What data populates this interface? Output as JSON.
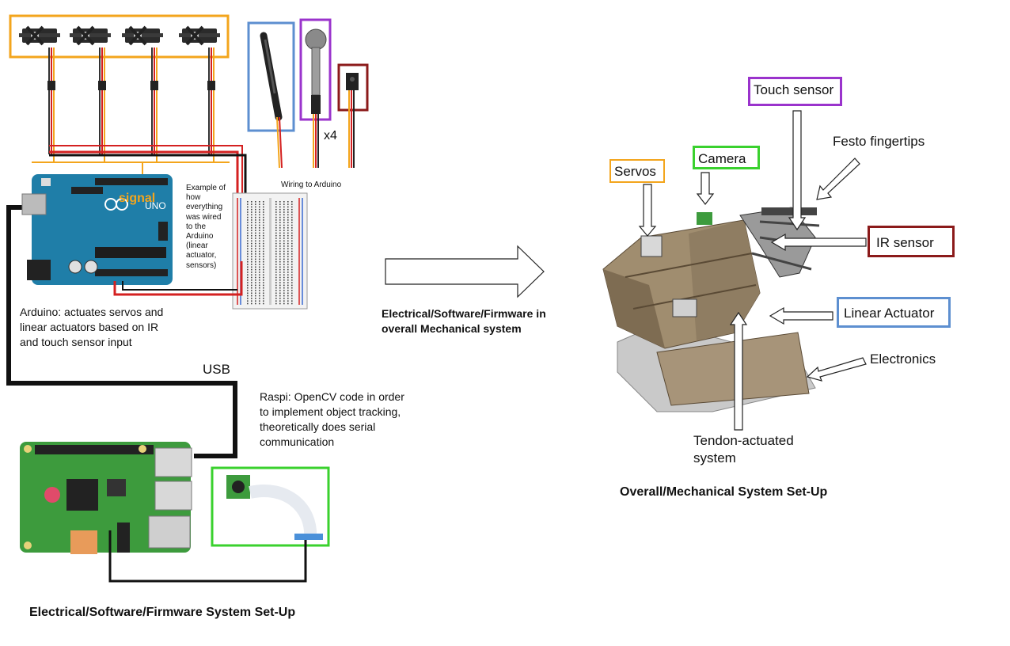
{
  "left": {
    "wiring_label": "Wiring to Arduino",
    "x4_label": "x4",
    "signal_label": "signal",
    "arduino_uno_text": "UNO",
    "example_note": [
      "Example of",
      "how",
      "everything",
      "was wired",
      "to the",
      "Arduino",
      "(linear",
      "actuator,",
      "sensors)"
    ],
    "arduino_caption": [
      "Arduino: actuates servos and",
      "linear actuators based on IR",
      "and touch sensor input"
    ],
    "usb_label": "USB",
    "raspi_caption": [
      "Raspi: OpenCV code in order",
      "to implement object tracking,",
      "theoretically does serial",
      "communication"
    ],
    "section_title": "Electrical/Software/Firmware System Set-Up"
  },
  "middle": {
    "arrow_caption": [
      "Electrical/Software/Firmware in",
      "overall Mechanical system"
    ]
  },
  "right": {
    "labels": {
      "touch_sensor": "Touch sensor",
      "festo": "Festo fingertips",
      "servos": "Servos",
      "camera": "Camera",
      "ir_sensor": "IR sensor",
      "linear_actuator": "Linear Actuator",
      "electronics": "Electronics",
      "tendon": [
        "Tendon-actuated",
        "system"
      ]
    },
    "section_title": "Overall/Mechanical System Set-Up"
  },
  "colors": {
    "orange": "#f3a51c",
    "blue": "#5d8fd0",
    "purple": "#9a33cc",
    "darkred": "#8b1a1a",
    "green": "#3ad12e",
    "arduino": "#1f7ea8",
    "raspi": "#3d9b3d",
    "model_tan": "#8f7d62",
    "wire_black": "#111111",
    "wire_red": "#d42121"
  },
  "icons": [
    "servo-icon",
    "linear-actuator-icon",
    "touch-sensor-icon",
    "ir-sensor-icon",
    "arduino-board-icon",
    "breadboard-icon",
    "raspberry-pi-icon",
    "camera-module-icon",
    "mechanical-model-icon"
  ]
}
